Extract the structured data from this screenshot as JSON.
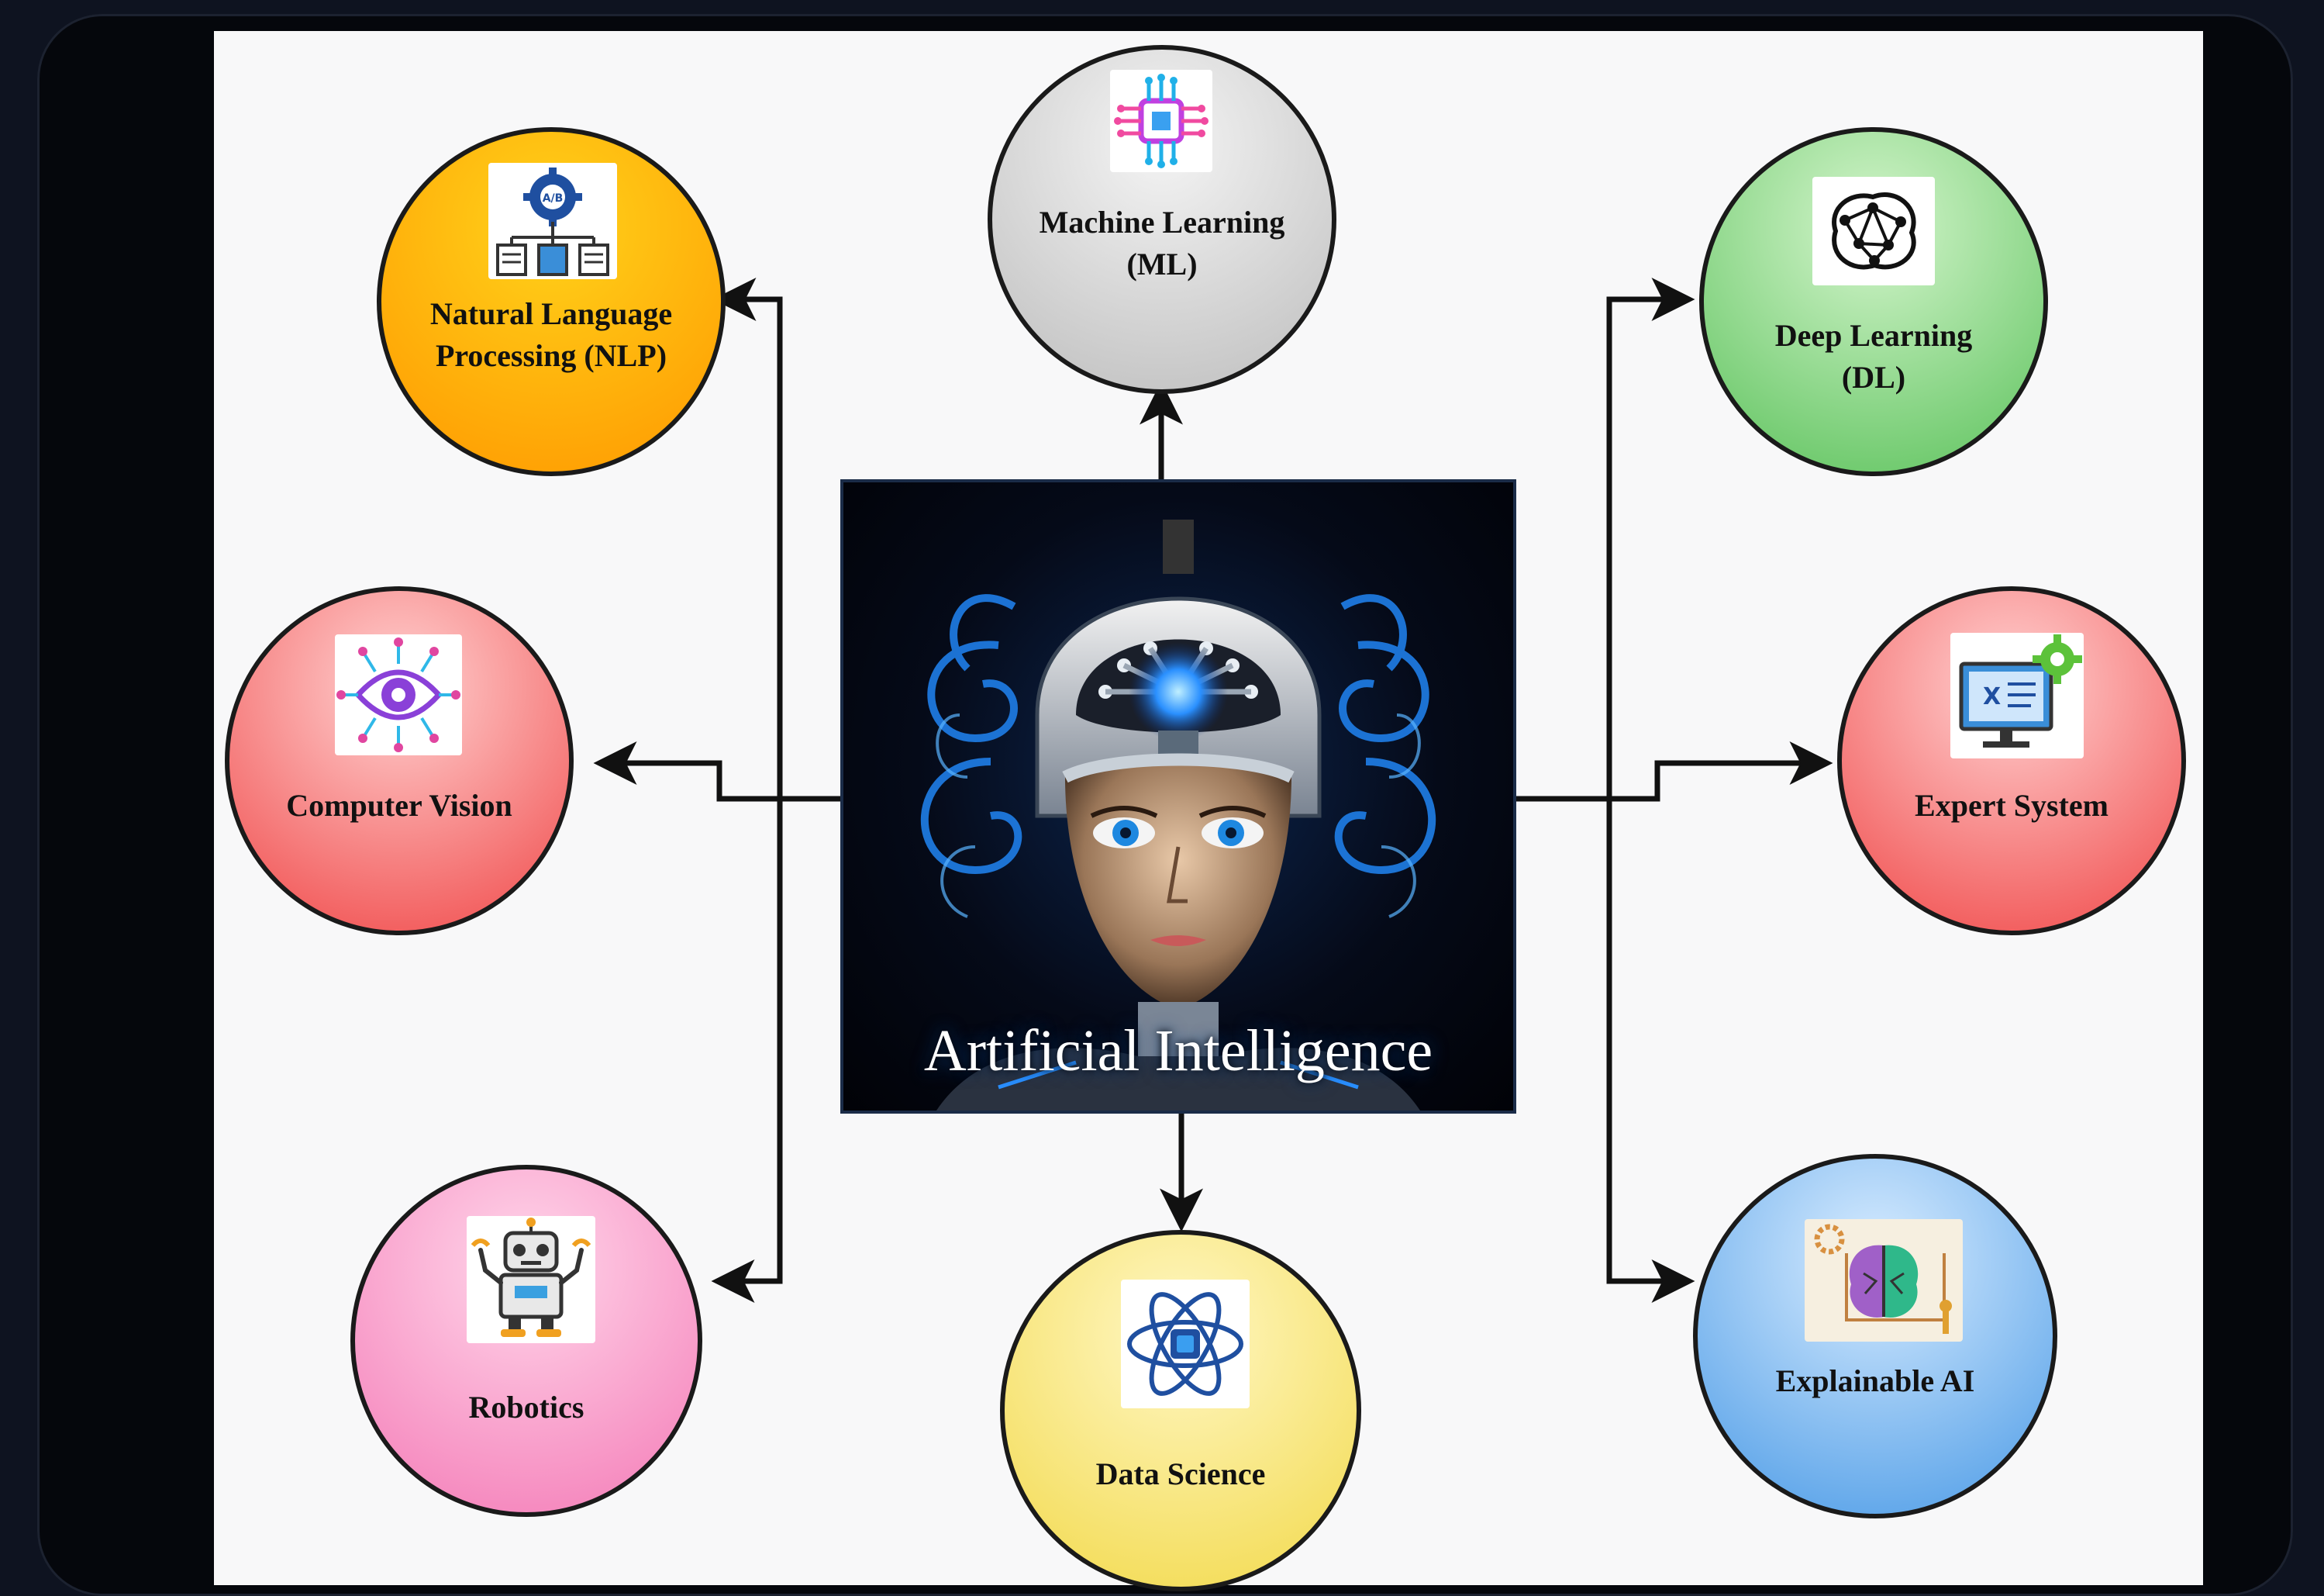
{
  "center": {
    "title": "Artificial Intelligence"
  },
  "nodes": {
    "ml": {
      "line1": "Machine Learning",
      "line2": "(ML)",
      "fill_top": "#f4f4f4",
      "fill_bottom": "#bdbdbd",
      "icon": "circuit-chip-icon"
    },
    "nlp": {
      "line1": "Natural Language",
      "line2": "Processing (NLP)",
      "fill_top": "#ffd21a",
      "fill_bottom": "#ff9800",
      "icon": "gear-network-icon"
    },
    "dl": {
      "line1": "Deep Learning",
      "line2": "(DL)",
      "fill_top": "#d4f5cc",
      "fill_bottom": "#5cc25c",
      "icon": "neural-brain-icon"
    },
    "cv": {
      "line1": "Computer Vision",
      "fill_top": "#ffd2d2",
      "fill_bottom": "#f04848",
      "icon": "eye-circuit-icon"
    },
    "es": {
      "line1": "Expert System",
      "fill_top": "#ffd2d2",
      "fill_bottom": "#f04848",
      "icon": "monitor-gear-icon"
    },
    "rob": {
      "line1": "Robotics",
      "fill_top": "#ffd6ea",
      "fill_bottom": "#f47ab6",
      "icon": "robot-icon"
    },
    "ds": {
      "line1": "Data Science",
      "fill_top": "#fff7c4",
      "fill_bottom": "#f2d94a",
      "icon": "atom-icon"
    },
    "xai": {
      "line1": "Explainable AI",
      "fill_top": "#d8ecff",
      "fill_bottom": "#4a9ae6",
      "icon": "brain-gear-icon"
    }
  }
}
